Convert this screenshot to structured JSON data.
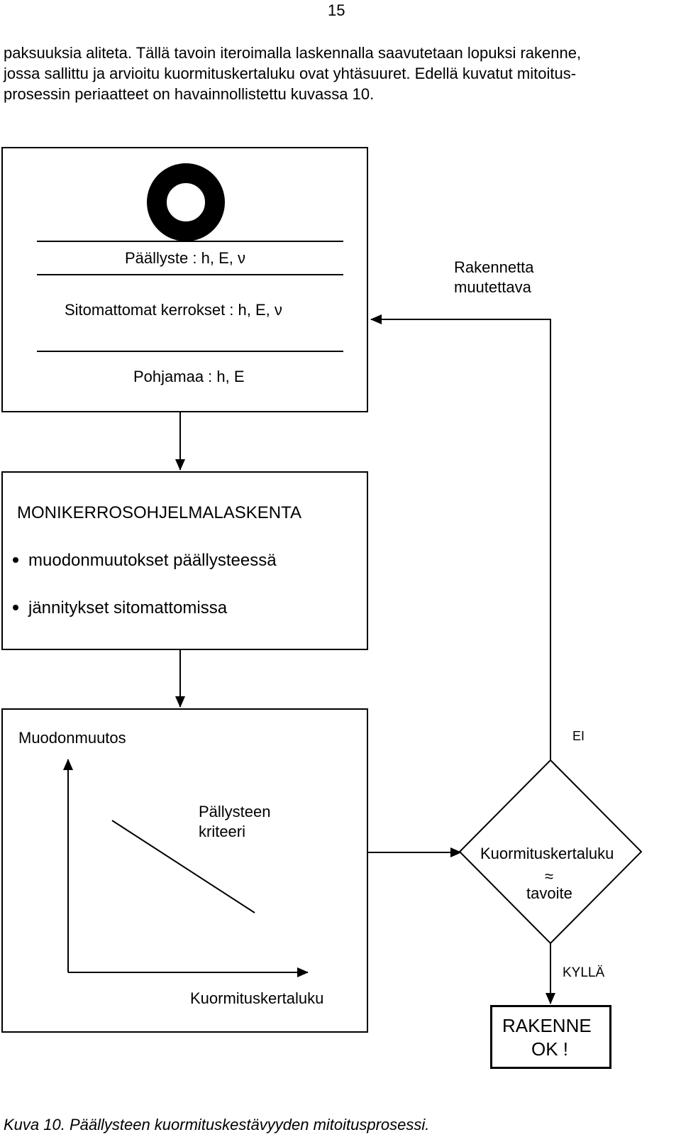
{
  "page_number": "15",
  "paragraph": {
    "lines": [
      "paksuuksia aliteta. Tällä tavoin iteroimalla laskennalla saavutetaan lopuksi rakenne,",
      "jossa sallittu ja arvioitu kuormituskertaluku ovat yhtäsuuret. Edellä kuvatut mitoitus-",
      "prosessin periaatteet on havainnollistettu kuvassa 10."
    ]
  },
  "structure_box": {
    "pavement_label": "Päällyste : h, E, ν",
    "unbound_label": "Sitomattomat kerrokset : h, E, ν",
    "subgrade_label": "Pohjamaa : h, E"
  },
  "feedback_label": {
    "line1": "Rakennetta",
    "line2": "muutettava"
  },
  "calc_box": {
    "title": "MONIKERROSOHJELMALASKENTA",
    "bullets": [
      "muodonmuutokset päällysteessä",
      "jännitykset sitomattomissa"
    ]
  },
  "graph_box": {
    "y_label": "Muodonmuutos",
    "x_label": "Kuormituskertaluku",
    "criterion_line1": "Pällysteen",
    "criterion_line2": "kriteeri"
  },
  "decision": {
    "line1": "Kuormituskertaluku",
    "approx": "≈",
    "line2": "tavoite",
    "no_label": "EI",
    "yes_label": "KYLLÄ"
  },
  "result": {
    "line1": "RAKENNE",
    "line2": "OK !"
  },
  "caption": "Kuva 10. Päällysteen kuormituskestävyyden mitoitusprosessi."
}
